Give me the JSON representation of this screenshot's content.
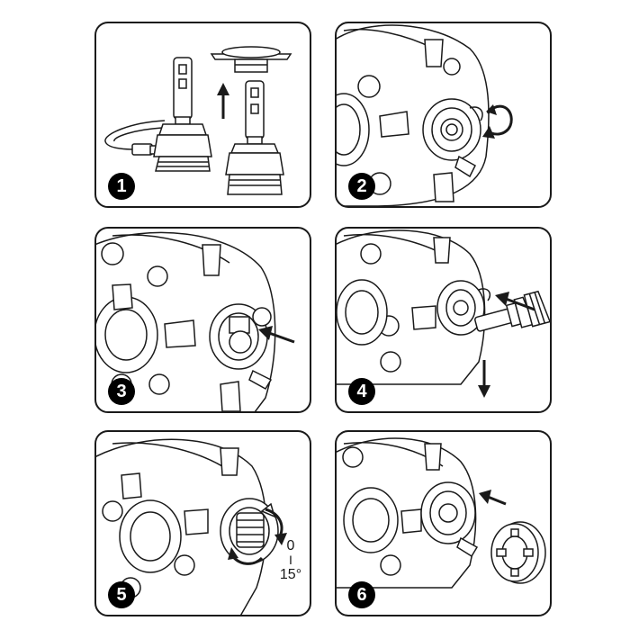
{
  "colors": {
    "stroke": "#1a1a1a",
    "fill": "#ffffff",
    "badge": "#000000"
  },
  "panels": [
    {
      "step": "1",
      "icons": [
        "led-bulb-icon",
        "adapter-ring-icon",
        "up-arrow-icon",
        "plug-connector-icon"
      ]
    },
    {
      "step": "2",
      "icons": [
        "headlight-housing-icon",
        "rotate-arrow-icon"
      ]
    },
    {
      "step": "3",
      "icons": [
        "headlight-housing-icon",
        "pointer-arrow-icon"
      ]
    },
    {
      "step": "4",
      "icons": [
        "headlight-housing-icon",
        "led-bulb-icon",
        "insert-arrow-icon",
        "down-arrow-icon"
      ]
    },
    {
      "step": "5",
      "icons": [
        "headlight-housing-icon",
        "rotate-arrow-icon",
        "rotate-arrow-icon"
      ],
      "angle_top": "0",
      "angle_dash": "I",
      "angle_bottom": "15°"
    },
    {
      "step": "6",
      "icons": [
        "headlight-housing-icon",
        "dust-cap-icon",
        "pointer-arrow-icon"
      ]
    }
  ]
}
